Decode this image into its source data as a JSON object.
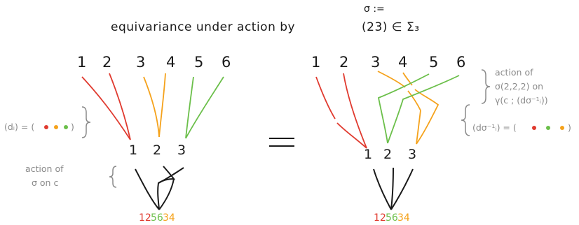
{
  "header": {
    "title": "equivariance under action by",
    "sigma_def": "σ :=",
    "sigma_value": "(23) ∈ Σ₃"
  },
  "left": {
    "top_labels": [
      "1",
      "2",
      "3",
      "4",
      "5",
      "6"
    ],
    "middle_labels": [
      "1",
      "2",
      "3"
    ],
    "d_label": "(dᵢ) = (",
    "d_label_close": ")",
    "action_label_line1": "action of",
    "action_label_line2": "σ on c",
    "bottom_output": [
      "12",
      "56",
      "34"
    ]
  },
  "equals": "=",
  "right": {
    "top_labels": [
      "1",
      "2",
      "3",
      "4",
      "5",
      "6"
    ],
    "middle_labels": [
      "1",
      "2",
      "3"
    ],
    "action_note_line1": "action of",
    "action_note_line2": "σ(2,2,2) on",
    "action_note_line3": "γ(c ; (dσ⁻¹ᵢ))",
    "d_sigma_label": "(dσ⁻¹ᵢ) = (",
    "d_sigma_label_close": ")",
    "bottom_output": [
      "12",
      "56",
      "34"
    ]
  },
  "colors": {
    "red": "#e03a2f",
    "orange": "#f5a21b",
    "green": "#6bbf4a",
    "ink": "#1a1a1a",
    "gray": "#8a8a8a"
  }
}
